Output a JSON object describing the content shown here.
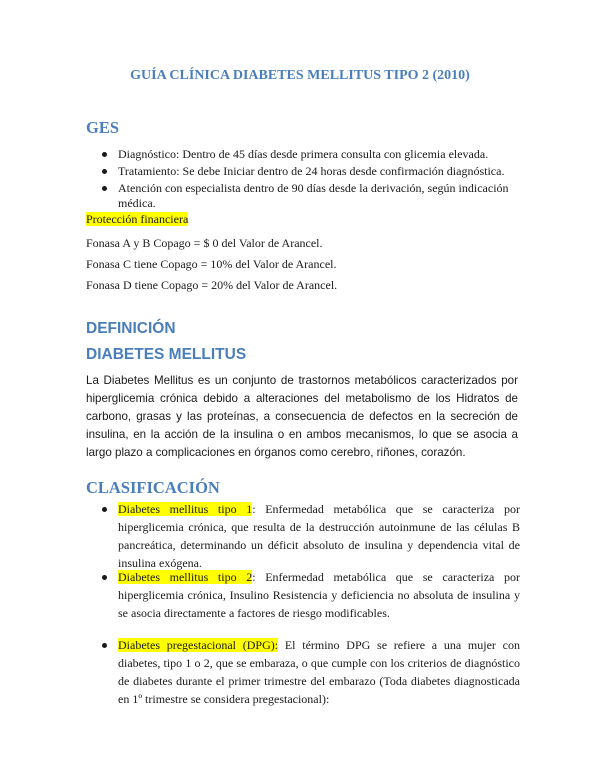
{
  "title": "GUÍA CLÍNICA DIABETES MELLITUS TIPO 2 (2010)",
  "ges": {
    "heading": "GES",
    "items": [
      "Diagnóstico: Dentro de 45 días desde primera consulta con glicemia elevada.",
      "Tratamiento: Se debe Iniciar dentro de 24 horas desde confirmación diagnóstica.",
      "Atención con especialista dentro de 90 días desde la derivación, según indicación médica."
    ],
    "financial_label": "Protección financiera",
    "copagos": [
      "Fonasa A y B Copago = $ 0 del Valor de Arancel.",
      "Fonasa C tiene Copago = 10% del Valor de Arancel.",
      "Fonasa D tiene Copago = 20% del Valor de Arancel."
    ]
  },
  "definicion": {
    "heading": "DEFINICIÓN",
    "subheading": "DIABETES MELLITUS",
    "text": "La Diabetes Mellitus es un conjunto de trastornos metabólicos caracterizados por hiperglicemia crónica debido a alteraciones del metabolismo de los Hidratos de carbono, grasas y las proteínas, a consecuencia de defectos en la secreción de insulina, en la acción de la insulina o en ambos mecanismos, lo que se asocia a largo plazo a complicaciones en órganos como cerebro, riñones, corazón."
  },
  "clasificacion": {
    "heading": "CLASIFICACIÓN",
    "items": [
      {
        "term": "Diabetes mellitus tipo 1",
        "text": ": Enfermedad metabólica que se caracteriza por hiperglicemia crónica, que resulta de la destrucción autoinmune de las células B pancreática, determinando un déficit absoluto de insulina y dependencia vital de insulina exógena."
      },
      {
        "term": "Diabetes mellitus tipo 2",
        "text": ": Enfermedad metabólica que se caracteriza por hiperglicemia crónica, Insulino Resistencia y deficiencia no absoluta de insulina  y se asocia directamente a factores de riesgo modificables."
      },
      {
        "term": "Diabetes pregestacional (DPG):",
        "text": " El término DPG se refiere a una mujer con diabetes, tipo 1 o 2, que se embaraza, o que cumple con los criterios de diagnóstico de diabetes durante el primer trimestre del embarazo (Toda diabetes diagnosticada en 1º trimestre se considera pregestacional):"
      }
    ]
  }
}
